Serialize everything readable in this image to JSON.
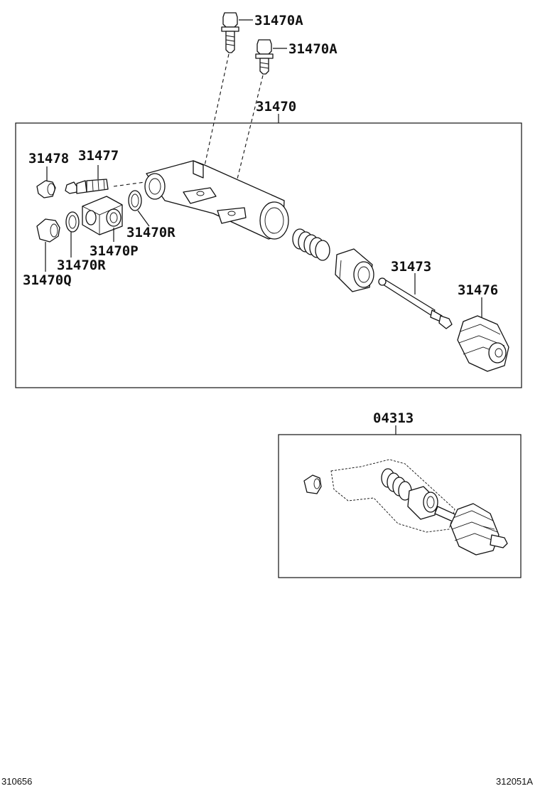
{
  "labels": {
    "bolt_a1": "31470A",
    "bolt_a2": "31470A",
    "cylinder_assy": "31470",
    "plug": "31478",
    "bleeder": "31477",
    "gasket_r1": "31470R",
    "union": "31470P",
    "gasket_r2": "31470R",
    "union_bolt": "31470Q",
    "push_rod": "31473",
    "boot": "31476",
    "kit": "04313"
  },
  "footer": {
    "left_code": "310656",
    "right_code": "312051A"
  }
}
